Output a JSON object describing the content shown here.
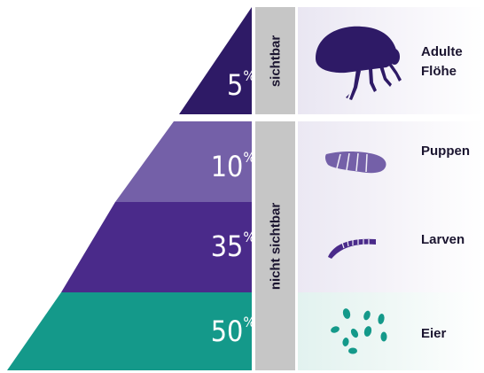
{
  "pyramid": {
    "levels": [
      {
        "percent": "5",
        "unit": "%",
        "color": "#2e1a66"
      },
      {
        "percent": "10",
        "unit": "%",
        "color": "#7460a8"
      },
      {
        "percent": "35",
        "unit": "%",
        "color": "#4a2a8a"
      },
      {
        "percent": "50",
        "unit": "%",
        "color": "#14998a"
      }
    ]
  },
  "visibility": {
    "visible": "sichtbar",
    "not_visible": "nicht sichtbar"
  },
  "stages": {
    "adult_line1": "Adulte",
    "adult_line2": "Flöhe",
    "pupae": "Puppen",
    "larvae": "Larven",
    "eggs": "Eier"
  },
  "colors": {
    "dark_purple": "#2e1a66",
    "teal": "#14998a",
    "gray_bar": "#c6c6c6"
  },
  "icons": [
    "flea-icon",
    "pupa-icon",
    "larva-icon",
    "eggs-icon"
  ]
}
